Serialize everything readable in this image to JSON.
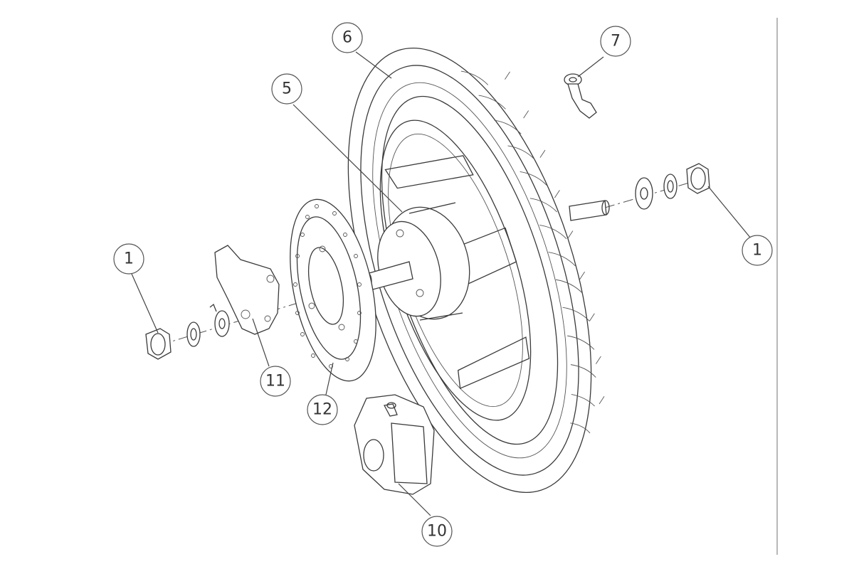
{
  "callouts": [
    {
      "id": "nut-left",
      "label": "1"
    },
    {
      "id": "nut-right",
      "label": "1"
    },
    {
      "id": "motor-hub",
      "label": "5"
    },
    {
      "id": "tire",
      "label": "6"
    },
    {
      "id": "valve",
      "label": "7"
    },
    {
      "id": "caliper",
      "label": "10"
    },
    {
      "id": "bracket",
      "label": "11"
    },
    {
      "id": "disc",
      "label": "12"
    }
  ],
  "colors": {
    "line": "#3a3a3a",
    "background": "#ffffff"
  }
}
